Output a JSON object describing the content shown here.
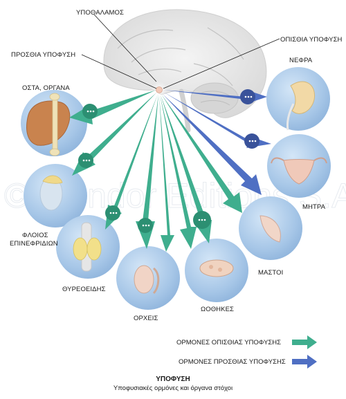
{
  "colors": {
    "green_arrow": "#3fae8e",
    "green_arrow_dark": "#2c8f72",
    "blue_arrow": "#4f6fc3",
    "blue_arrow_dark": "#39529a",
    "organ_circle": "#a9c8e8",
    "pituitary": "#f2c9b8"
  },
  "labels": {
    "hypothalamus": "ΥΠΟΘΑΛΑΜΟΣ",
    "anterior_pituitary": "ΠΡΟΣΘΙΑ ΥΠΟΦΥΣΗ",
    "posterior_pituitary": "ΟΠΙΣΘΙΑ ΥΠΟΦΥΣΗ",
    "bones_organs": "ΟΣΤΑ, ΟΡΓΑΝΑ",
    "kidneys": "ΝΕΦΡΑ",
    "uterus": "ΜΗΤΡΑ",
    "adrenal_cortex_line1": "ΦΛΟΙΟΣ",
    "adrenal_cortex_line2": "ΕΠΙΝΕΦΡΙΔΙΩΝ",
    "thyroid": "ΘΥΡΕΟΕΙΔΗΣ",
    "testes": "ΟΡΧΕΙΣ",
    "ovaries": "ΩΟΘΗΚΕΣ",
    "breasts": "ΜΑΣΤΟΙ"
  },
  "legend": {
    "item1": "ΟΡΜΟΝΕΣ ΟΠΙΣΘΙΑΣ ΥΠΟΦΥΣΗΣ",
    "item2": "ΟΡΜΟΝΕΣ ΠΡΟΣΘΙΑΣ ΥΠΟΦΥΣΗΣ"
  },
  "caption": {
    "title": "ΥΠΟΦΥΣΗ",
    "subtitle": "Υποφυσιακές ορμόνες και όργανα στόχοι"
  },
  "watermark": "© Mendor Editions S.A."
}
